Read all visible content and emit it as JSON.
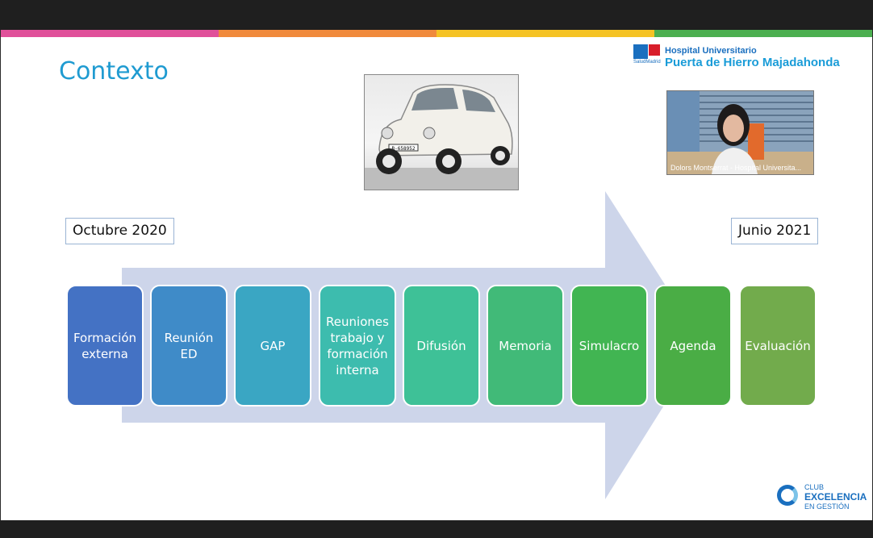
{
  "slide": {
    "title": "Contexto",
    "start_date": "Octubre 2020",
    "end_date": "Junio 2021",
    "stripe_colors": [
      "#e0509a",
      "#f08a3c",
      "#f5c324",
      "#4caf50"
    ],
    "steps": [
      {
        "label": "Formación externa",
        "color": "#4472c4"
      },
      {
        "label": "Reunión ED",
        "color": "#3f8bc8"
      },
      {
        "label": "GAP",
        "color": "#3aa6c3"
      },
      {
        "label": "Reuniones trabajo y formación interna",
        "color": "#3dbcae"
      },
      {
        "label": "Difusión",
        "color": "#3ec197"
      },
      {
        "label": "Memoria",
        "color": "#41ba78"
      },
      {
        "label": "Simulacro",
        "color": "#41b552"
      },
      {
        "label": "Agenda",
        "color": "#4aad45"
      },
      {
        "label": "Evaluación",
        "color": "#72ab4c"
      }
    ]
  },
  "hospital_logo": {
    "small_text": "SaludMadrid",
    "line1": "Hospital Universitario",
    "line2": "Puerta de Hierro Majadahonda"
  },
  "car_image": {
    "icon": "seat-600-car-photo",
    "plate": "B-658952"
  },
  "video_tile": {
    "name": "Dolors Montserrat - Hospital Universita..."
  },
  "club_logo": {
    "line1": "CLUB",
    "line2": "EXCELENCIA",
    "line3": "EN GESTIÓN"
  }
}
